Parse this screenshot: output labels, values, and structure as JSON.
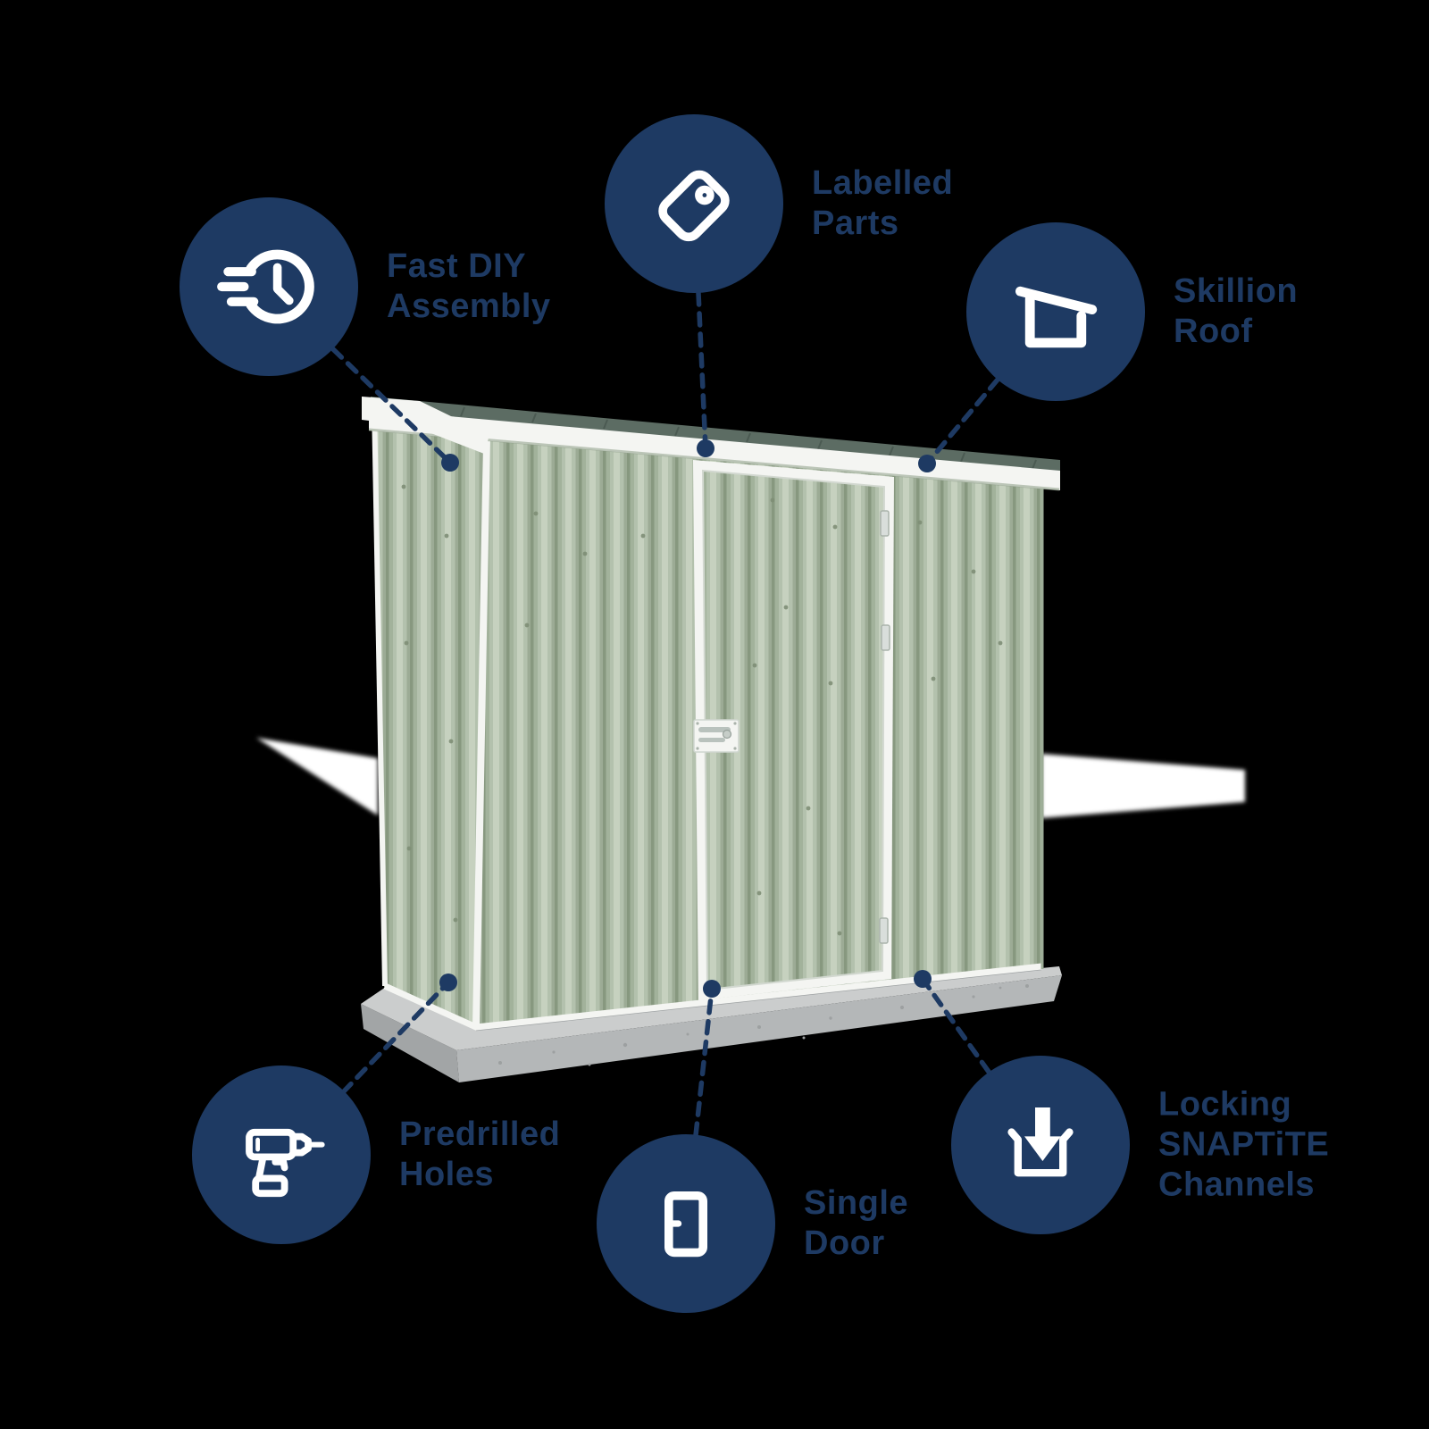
{
  "page": {
    "background_color": "#000000"
  },
  "palette": {
    "navy": "#1e3a63",
    "icon_stroke": "#ffffff",
    "wall": "#b3c1ad",
    "roof": "#5c6c63",
    "trim": "#f4f5f2",
    "slab_top": "#cbcdcd",
    "slab_front": "#b4b7b8",
    "slab_side": "#a2a5a6",
    "glow": "#ffffff",
    "bg": "#000000"
  },
  "illustration": {
    "subject": "pale green skillion-roof metal garden shed with single door on concrete slab"
  },
  "features": [
    {
      "id": "fast-diy-assembly",
      "icon": "speed-clock-icon",
      "lines": [
        "Fast DIY",
        "Assembly"
      ]
    },
    {
      "id": "labelled-parts",
      "icon": "tag-icon",
      "lines": [
        "Labelled",
        "Parts"
      ]
    },
    {
      "id": "skillion-roof",
      "icon": "skillion-roof-icon",
      "lines": [
        "Skillion",
        "Roof"
      ]
    },
    {
      "id": "predrilled-holes",
      "icon": "drill-icon",
      "lines": [
        "Predrilled",
        "Holes"
      ]
    },
    {
      "id": "single-door",
      "icon": "single-door-icon",
      "lines": [
        "Single",
        "Door"
      ]
    },
    {
      "id": "locking-snaptite-channels",
      "icon": "snaptite-channel-icon",
      "lines": [
        "Locking",
        "SNAPTiTE",
        "Channels"
      ]
    }
  ]
}
